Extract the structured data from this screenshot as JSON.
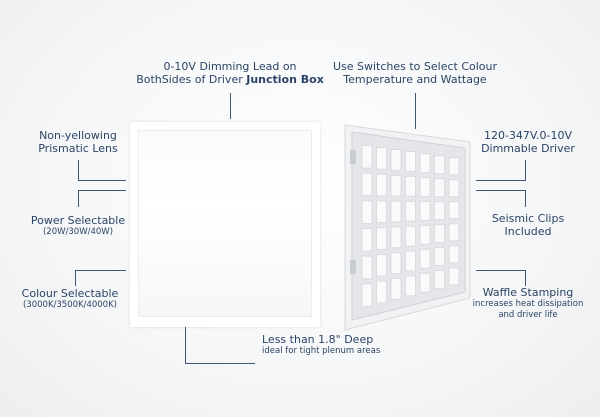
{
  "callouts": {
    "junction_box": {
      "line1": "0-10V Dimming Lead on",
      "line2_prefix": "BothSides of Driver ",
      "line2_bold": "Junction Box"
    },
    "switches": {
      "line1": "Use Switches to Select Colour",
      "line2": "Temperature and Wattage"
    },
    "lens": {
      "line1": "Non-yellowing",
      "line2": "Prismatic Lens"
    },
    "power": {
      "title": "Power Selectable",
      "sub": "(20W/30W/40W)"
    },
    "colour": {
      "title": "Colour Selectable",
      "sub": "(3000K/3500K/4000K)"
    },
    "driver": {
      "line1": "120-347V.0-10V",
      "line2": "Dimmable Driver"
    },
    "seismic": {
      "line1": "Seismic Clips",
      "line2": "Included"
    },
    "waffle": {
      "title": "Waffle Stamping",
      "sub1": "increases heat dissipation",
      "sub2": "and driver life"
    },
    "depth": {
      "title": "Less than 1.8\" Deep",
      "sub": "ideal for tight plenum areas"
    }
  },
  "colors": {
    "text": "#2b4466",
    "line": "#3e5674"
  }
}
